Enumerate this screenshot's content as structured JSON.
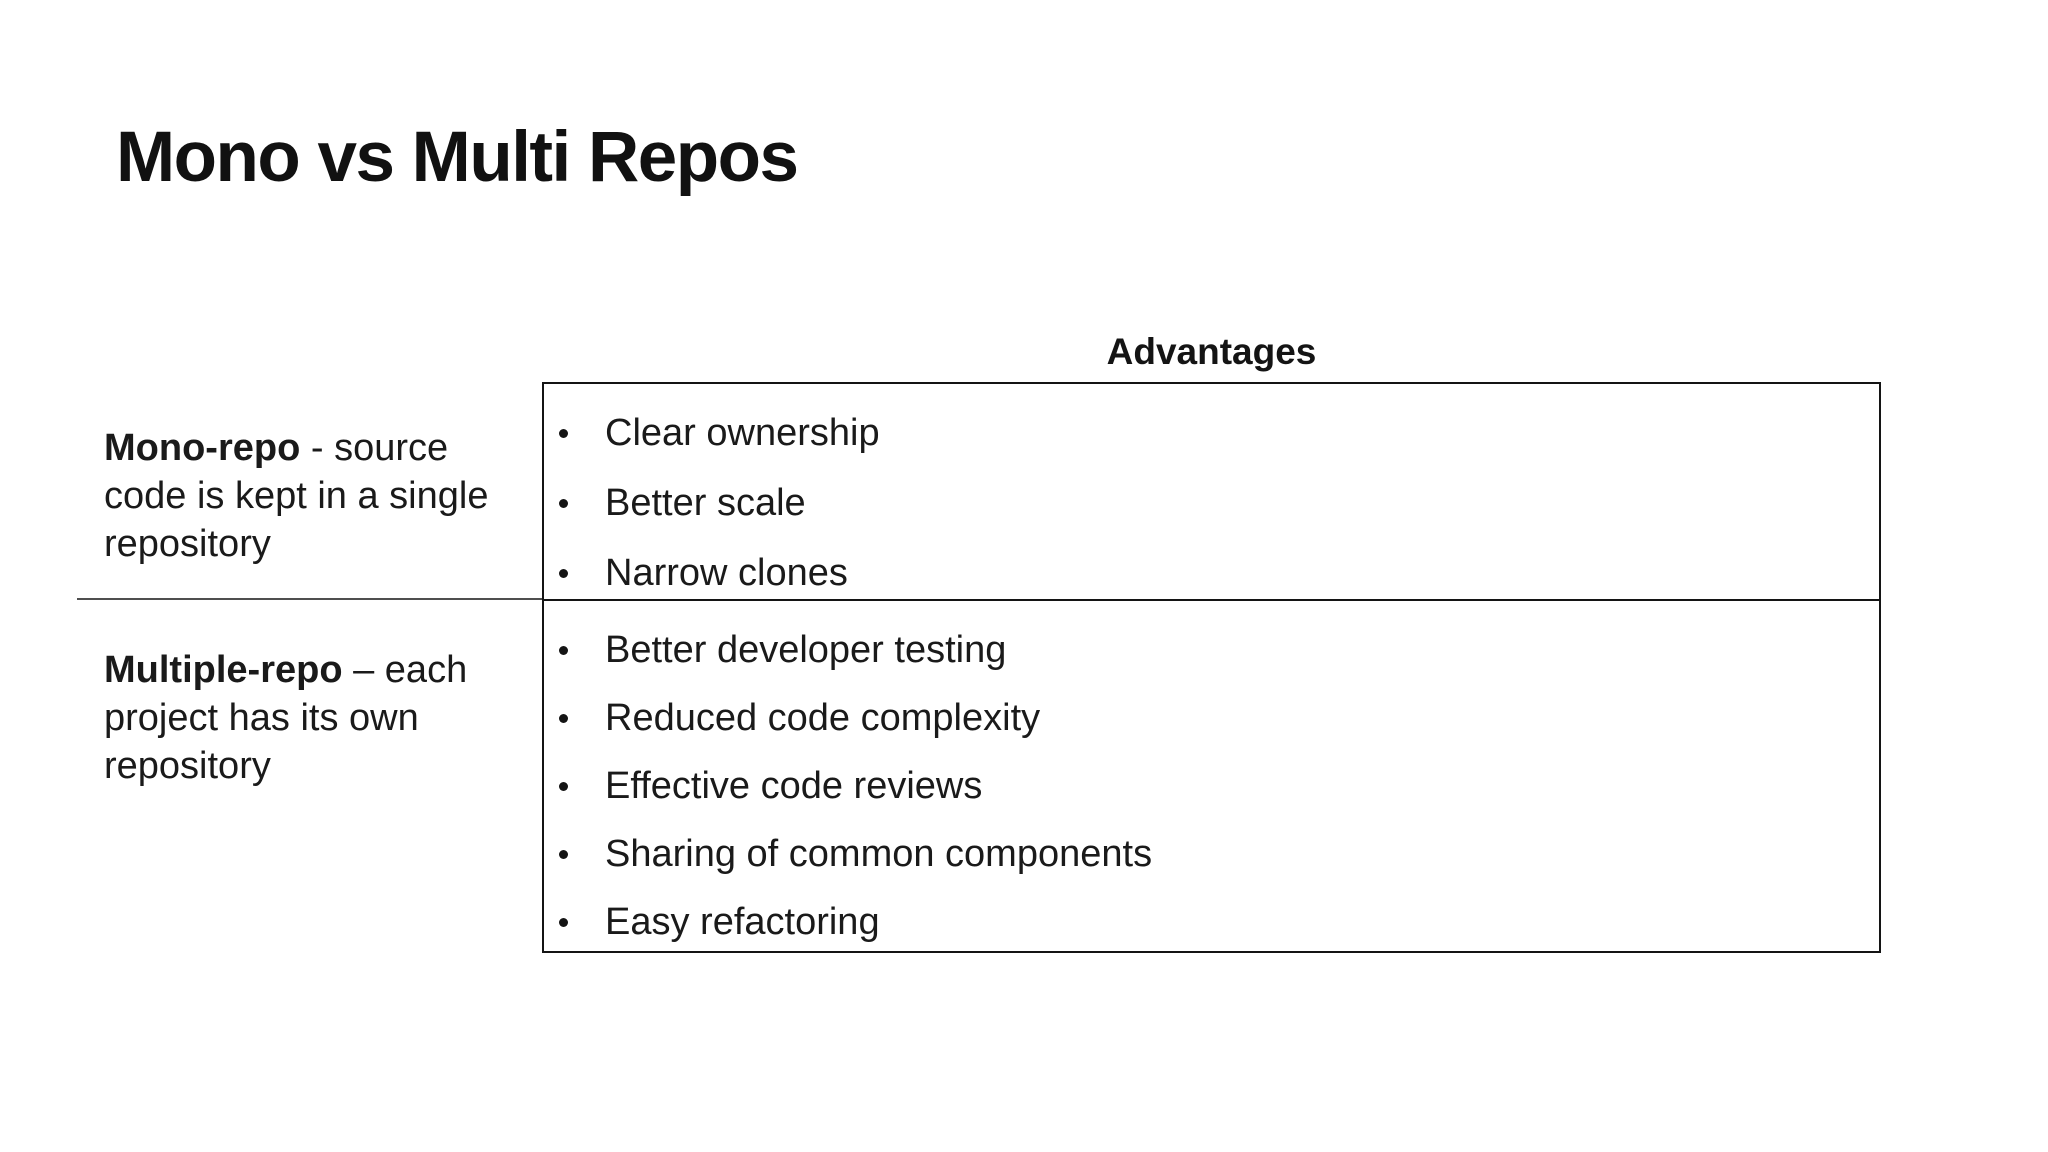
{
  "slide": {
    "title": "Mono vs Multi Repos"
  },
  "table": {
    "header": "Advantages",
    "rows": [
      {
        "term": "Mono-repo",
        "definition": " - source\ncode is kept in a single\nrepository",
        "advantages": [
          "Clear ownership",
          "Better scale",
          "Narrow clones"
        ]
      },
      {
        "term": "Multiple-repo",
        "definition": " – each\nproject has its own\nrepository",
        "advantages": [
          "Better developer testing",
          "Reduced code complexity",
          "Effective code reviews",
          "Sharing of common components",
          "Easy refactoring"
        ]
      }
    ]
  },
  "colors": {
    "background": "#ffffff",
    "text": "#1a1a1a",
    "table_border": "#141414",
    "divider_gray": "#4f4f4f"
  }
}
